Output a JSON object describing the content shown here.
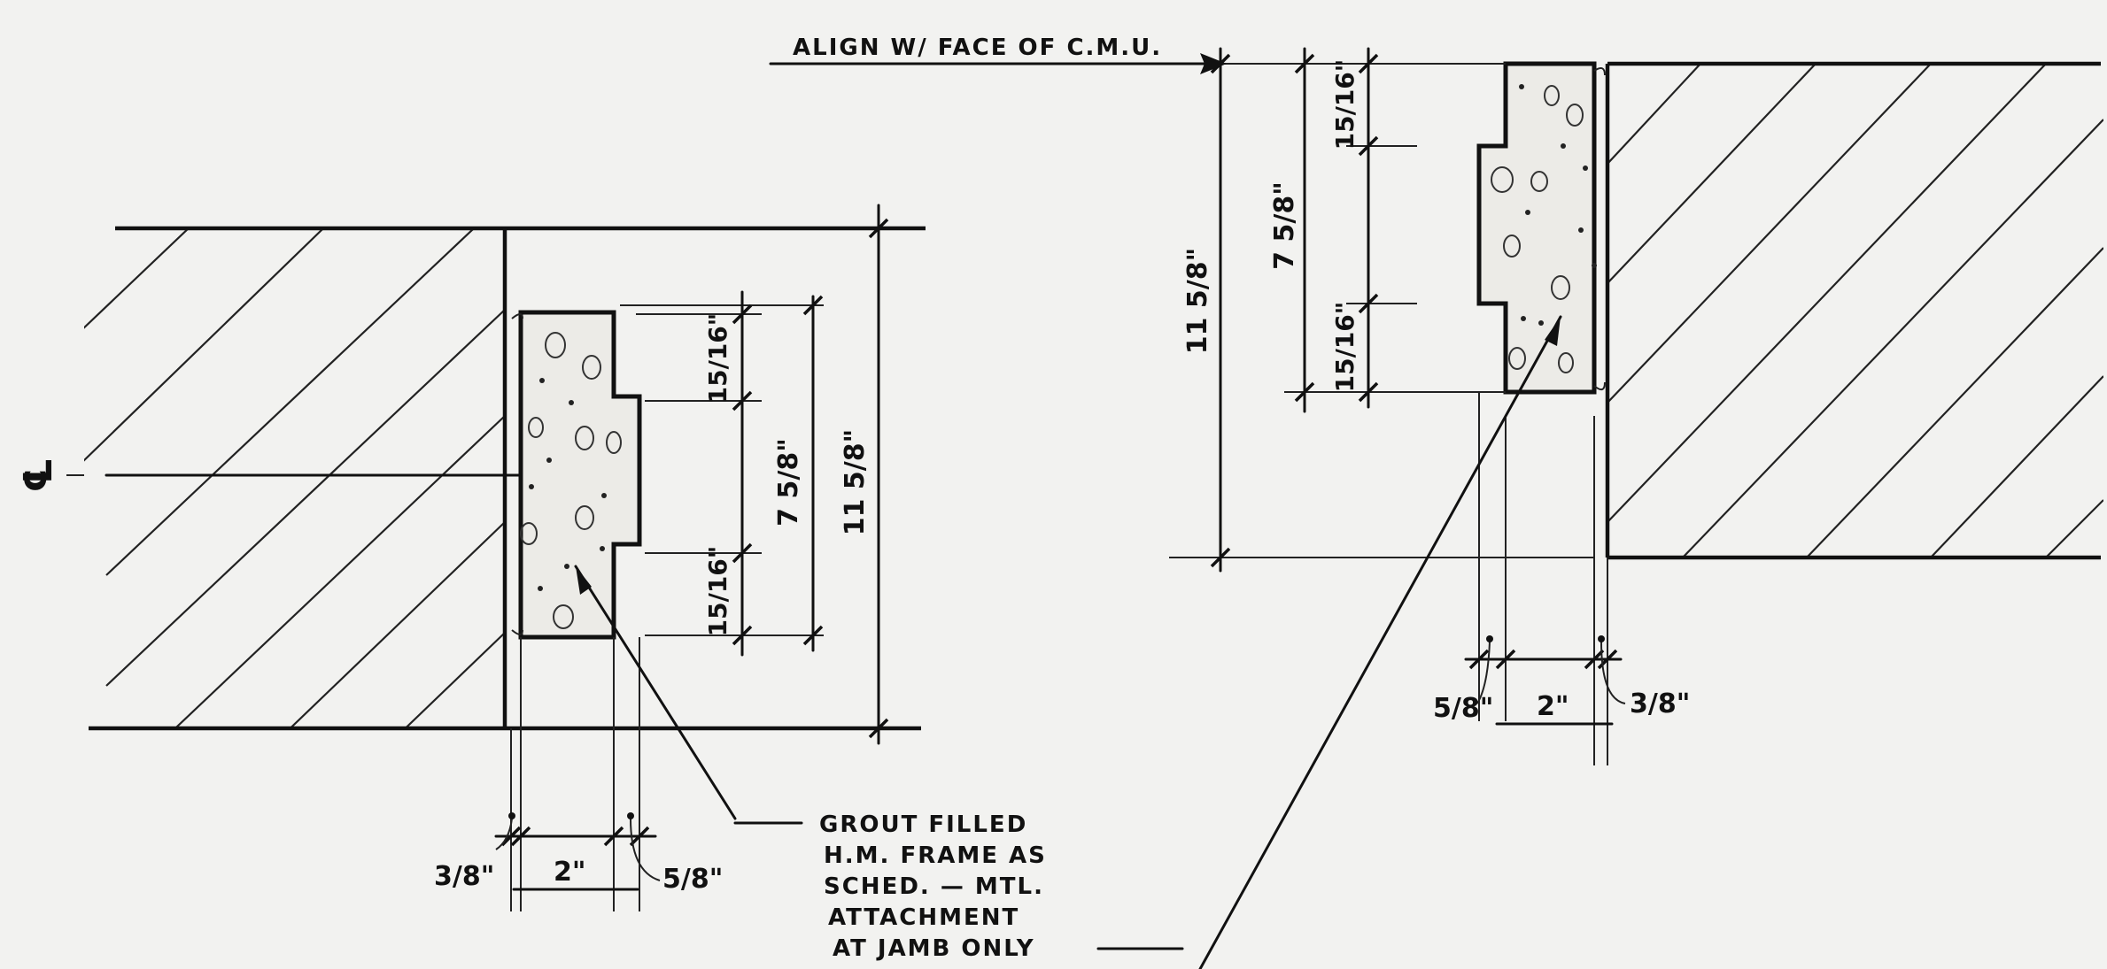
{
  "callouts": {
    "align_note": "ALIGN W/ FACE OF C.M.U.",
    "grout_note_lines": [
      "GROUT FILLED",
      "H.M. FRAME AS",
      "SCHED. — MTL.",
      "ATTACHMENT",
      "AT JAMB ONLY"
    ],
    "centerline_mark": "℄"
  },
  "left_detail": {
    "dim_top_offset": "15/16\"",
    "dim_bottom_offset": "15/16\"",
    "dim_frame_depth": "7 5/8\"",
    "dim_wall_depth": "11 5/8\"",
    "dim_left_gap": "3/8\"",
    "dim_frame_width": "2\"",
    "dim_right_gap": "5/8\""
  },
  "right_detail": {
    "dim_top_offset": "15/16\"",
    "dim_bottom_offset": "15/16\"",
    "dim_frame_depth": "7 5/8\"",
    "dim_wall_depth": "11 5/8\"",
    "dim_left_gap": "5/8\"",
    "dim_frame_width": "2\"",
    "dim_right_gap": "3/8\""
  },
  "colors": {
    "paper": "#f2f2f0",
    "ink": "#111111"
  }
}
